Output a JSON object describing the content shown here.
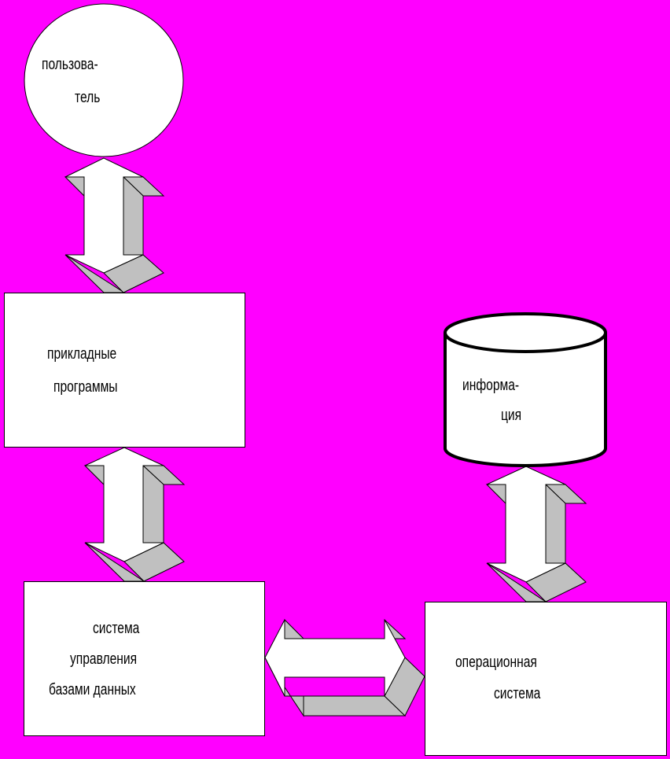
{
  "colors": {
    "background": "#ff00ff",
    "shape_fill": "#ffffff",
    "arrow_shadow": "#c0c0c0",
    "outline": "#000000"
  },
  "nodes": {
    "user": {
      "line1": "пользова-",
      "line2": "тель"
    },
    "apps": {
      "line1": "прикладные",
      "line2": "программы"
    },
    "dbms": {
      "line1": "система",
      "line2": "управления",
      "line3": "базами данных"
    },
    "os": {
      "line1": "операционная",
      "line2": "система"
    },
    "info": {
      "line1": "информа-",
      "line2": "ция"
    }
  }
}
